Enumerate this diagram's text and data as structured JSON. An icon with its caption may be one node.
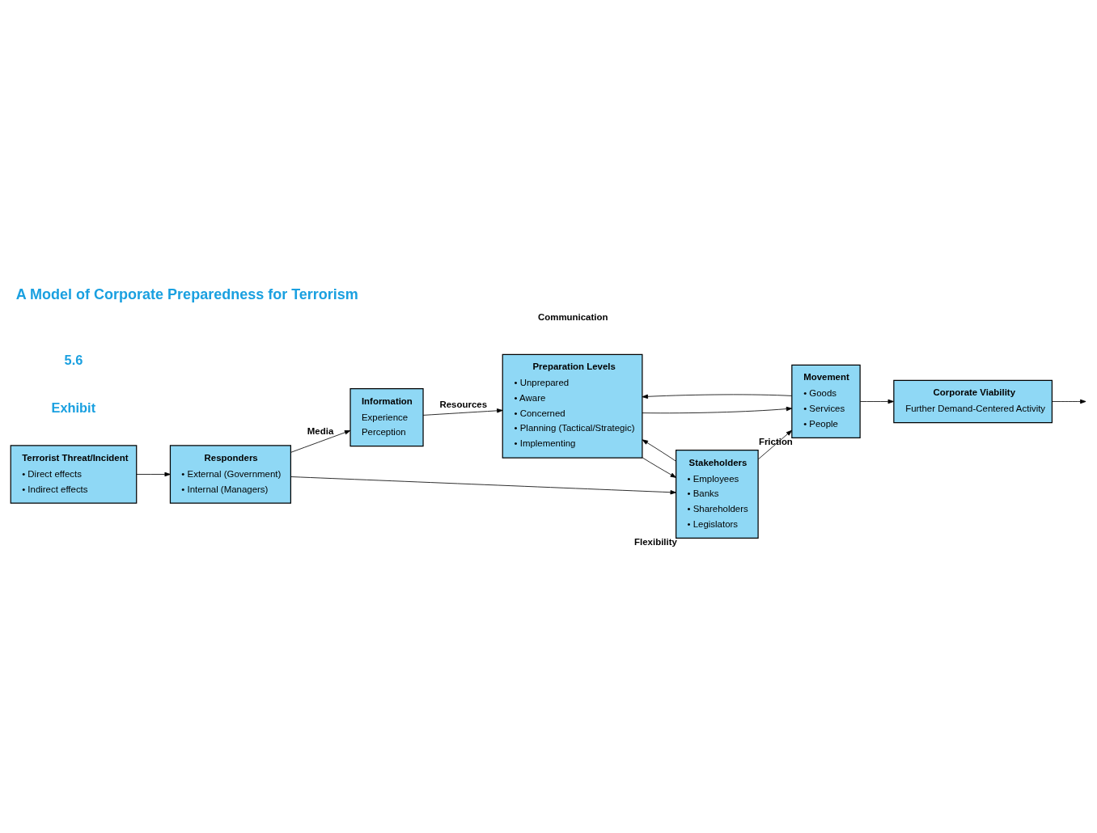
{
  "diagram": {
    "title": "A Model of Corporate Preparedness for Terrorism",
    "nodes": [
      {
        "text": [
          "Terrorist Threat/Incident",
          "• Direct effects",
          "• Indirect effects"
        ]
      },
      {
        "text": [
          "Responders",
          "• External (Government)",
          "• Internal (Managers)"
        ]
      },
      {
        "text": [
          "Information",
          "Experience",
          "Perception"
        ]
      },
      {
        "text": [
          "Preparation Levels",
          "• Unprepared",
          "• Aware",
          "• Concerned",
          "• Planning (Tactical/Strategic)",
          "• Implementing"
        ]
      },
      {
        "text": [
          "Stakeholders",
          "• Employees",
          "• Banks",
          "• Shareholders",
          "• Legislators"
        ],
        "beside": [
          "Flexibility"
        ]
      },
      {
        "text": [
          "Movement",
          "• Goods",
          "• Services",
          "• People"
        ],
        "beside": [
          "Friction"
        ]
      },
      {
        "text": [
          "Corporate Viability",
          "Further Demand-Centered Activity"
        ]
      }
    ],
    "edges": [
      {
        "from": 0,
        "to": 1,
        "arrow": "to"
      },
      {
        "from": 1,
        "to": 4,
        "arrow": "to"
      },
      {
        "from": 1,
        "to": 2,
        "arrow": "to",
        "label": "Media"
      },
      {
        "from": 2,
        "to": 3,
        "arrow": "to",
        "label": "Resources"
      },
      {
        "from": 3,
        "to": 4,
        "arrow": "to"
      },
      {
        "from": 4,
        "to": 3,
        "arrow": "to"
      },
      {
        "from": 3,
        "to": 5,
        "arrow": "to"
      },
      {
        "from": 5,
        "to": 3,
        "arrow": "to"
      },
      {
        "from": 4,
        "to": 5,
        "arrow": "to"
      },
      {
        "from": 5,
        "to": 6,
        "arrow": "to"
      },
      {
        "from": 6,
        "to": null,
        "arrow": "to"
      }
    ],
    "labels": [
      "Exhibit",
      "5.6",
      "Communication"
    ]
  }
}
